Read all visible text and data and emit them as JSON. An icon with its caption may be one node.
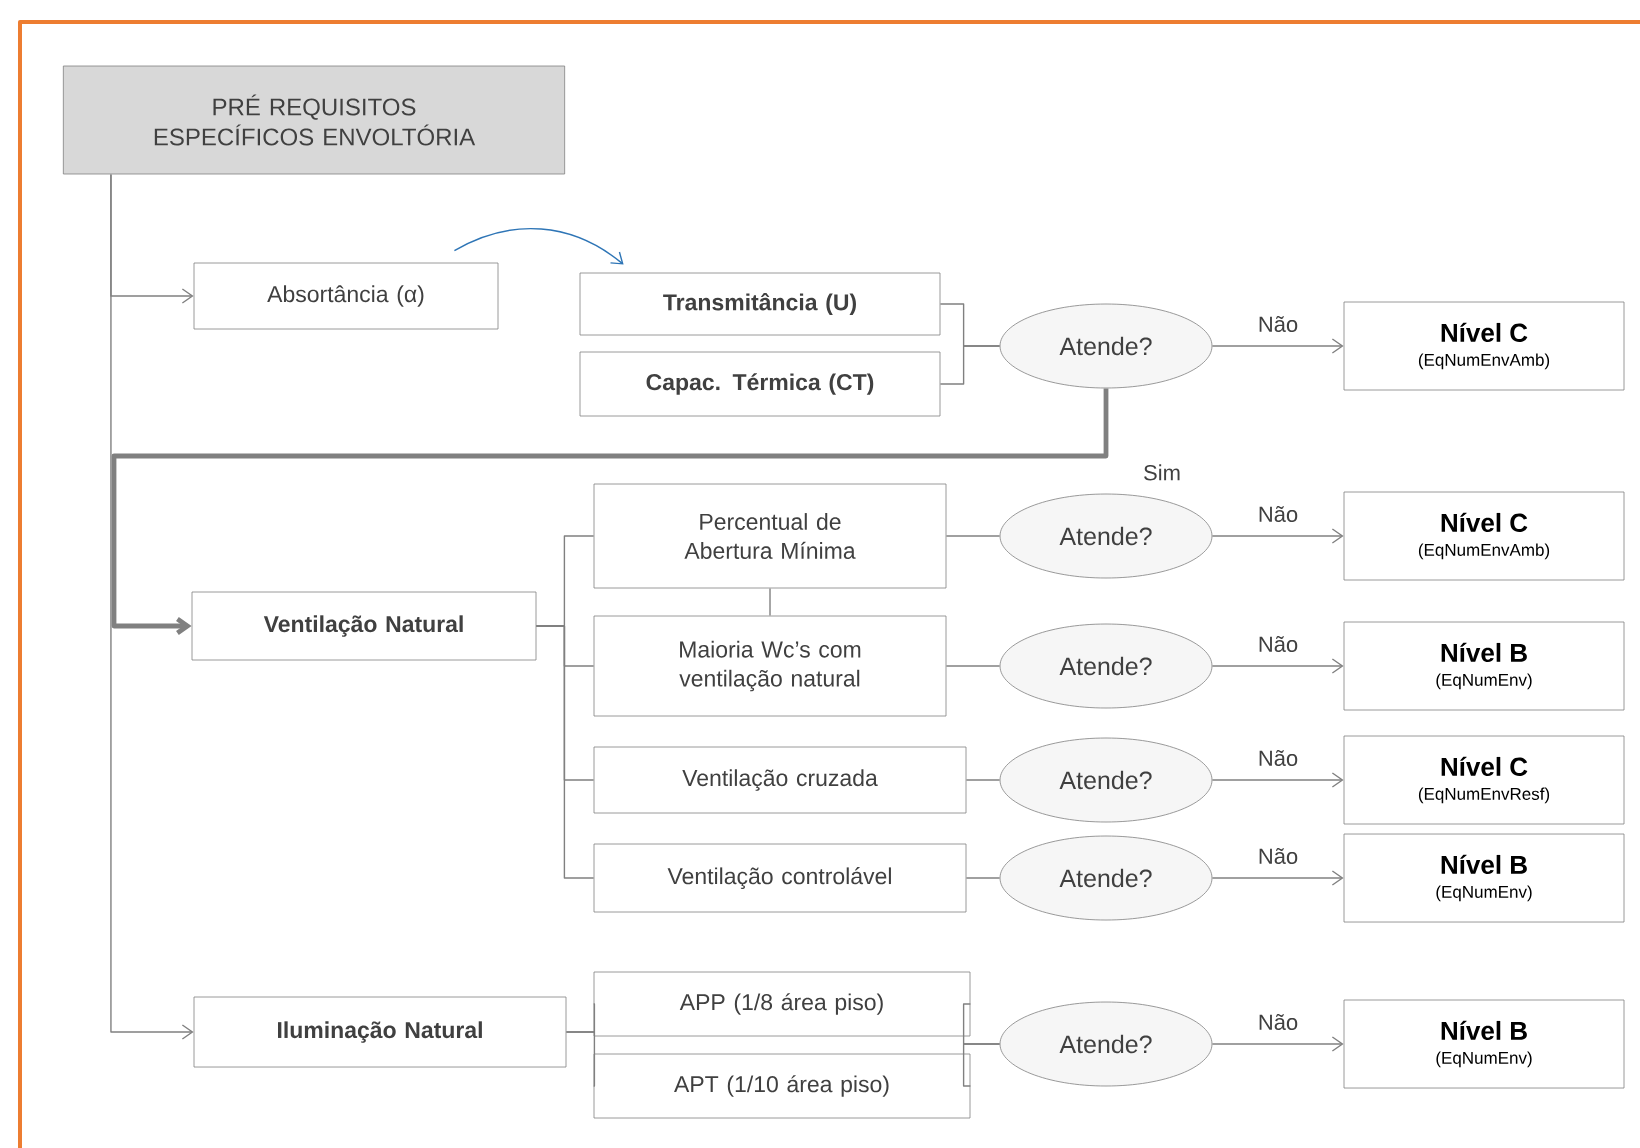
{
  "diagram": {
    "nodes": [
      {
        "text": [
          "PRÉ REQUISITOS ESPECÍFICOS ENVOLTÓRIA"
        ]
      },
      {
        "text": [
          "Absortância (α)"
        ]
      },
      {
        "text": [
          "Transmitância (U)"
        ]
      },
      {
        "text": [
          "Capac. Térmica (CT)"
        ]
      },
      {
        "text": [
          "Atende?"
        ]
      },
      {
        "text": [
          "Nível C",
          "(EqNumEnvAmb)"
        ]
      },
      {
        "text": [
          "Ventilação Natural"
        ]
      },
      {
        "text": [
          "Percentual de Abertura Mínima"
        ]
      },
      {
        "text": [
          "Maioria Wc’s com ventilação natural"
        ]
      },
      {
        "text": [
          "Ventilação cruzada"
        ]
      },
      {
        "text": [
          "Ventilação controlável"
        ]
      },
      {
        "text": [
          "Atende?"
        ]
      },
      {
        "text": [
          "Nível C",
          "(EqNumEnvAmb)"
        ]
      },
      {
        "text": [
          "Atende?"
        ]
      },
      {
        "text": [
          "Nível B",
          "(EqNumEnv)"
        ]
      },
      {
        "text": [
          "Atende?"
        ]
      },
      {
        "text": [
          "Nível C",
          "(EqNumEnvResf)"
        ]
      },
      {
        "text": [
          "Atende?"
        ]
      },
      {
        "text": [
          "Nível B",
          "(EqNumEnv)"
        ]
      },
      {
        "text": [
          "Iluminação Natural"
        ]
      },
      {
        "text": [
          "APP  (1/8 área piso)"
        ]
      },
      {
        "text": [
          "APT (1/10 área piso)"
        ]
      },
      {
        "text": [
          "Atende?"
        ]
      },
      {
        "text": [
          "Nível B",
          "(EqNumEnv)"
        ]
      }
    ],
    "edges": [
      {
        "from": 0,
        "to": 1,
        "arrow": "to"
      },
      {
        "from": 0,
        "to": 19,
        "arrow": "to"
      },
      {
        "from": 1,
        "to": 2,
        "arrow": "to",
        "color": "#2e75b6"
      },
      {
        "from": 2,
        "to": 4,
        "arrow": "none"
      },
      {
        "from": 3,
        "to": 4,
        "arrow": "none"
      },
      {
        "from": 4,
        "to": 5,
        "arrow": "to",
        "label": "Não"
      },
      {
        "from": 4,
        "to": 6,
        "arrow": "to",
        "label": "Sim",
        "style": "thick"
      },
      {
        "from": 6,
        "to": 7,
        "arrow": "none"
      },
      {
        "from": 6,
        "to": 8,
        "arrow": "none"
      },
      {
        "from": 6,
        "to": 9,
        "arrow": "none"
      },
      {
        "from": 6,
        "to": 10,
        "arrow": "none"
      },
      {
        "from": 7,
        "to": 8,
        "arrow": "none"
      },
      {
        "from": 7,
        "to": 11,
        "arrow": "none"
      },
      {
        "from": 8,
        "to": 13,
        "arrow": "none"
      },
      {
        "from": 9,
        "to": 15,
        "arrow": "none"
      },
      {
        "from": 10,
        "to": 17,
        "arrow": "none"
      },
      {
        "from": 11,
        "to": 12,
        "arrow": "to",
        "label": "Não"
      },
      {
        "from": 13,
        "to": 14,
        "arrow": "to",
        "label": "Não"
      },
      {
        "from": 15,
        "to": 16,
        "arrow": "to",
        "label": "Não"
      },
      {
        "from": 17,
        "to": 18,
        "arrow": "to",
        "label": "Não"
      },
      {
        "from": 19,
        "to": 20,
        "arrow": "none"
      },
      {
        "from": 19,
        "to": 21,
        "arrow": "none"
      },
      {
        "from": 20,
        "to": 22,
        "arrow": "none"
      },
      {
        "from": 21,
        "to": 22,
        "arrow": "none"
      },
      {
        "from": 22,
        "to": 23,
        "arrow": "to",
        "label": "Não"
      }
    ]
  }
}
